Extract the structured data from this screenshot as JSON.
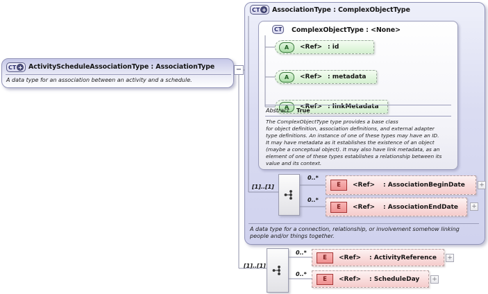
{
  "main_type": {
    "badge": "CT",
    "title": "ActivityScheduleAssociationType : AssociationType",
    "doc": "A data type for an association between an activity and a schedule.",
    "collapse_glyph": "−",
    "expand_glyph": "+"
  },
  "base_type": {
    "badge": "CT",
    "title": "AssociationType : ComplexObjectType",
    "doc_lines": [
      "A data type for a connection, relationship, or involvement somehow linking",
      "people and/or things together."
    ],
    "sequence": {
      "multiplicity": "[1]..[1]",
      "elements": [
        {
          "badge": "E",
          "occurs": "0..*",
          "ref": "<Ref>",
          "name": ": AssociationBeginDate",
          "expand": "+"
        },
        {
          "badge": "E",
          "occurs": "0..*",
          "ref": "<Ref>",
          "name": ": AssociationEndDate",
          "expand": "+"
        }
      ]
    }
  },
  "root_type": {
    "badge": "CT",
    "title": "ComplexObjectType : <None>",
    "attributes": [
      {
        "badge": "A",
        "ref": "<Ref>",
        "name": ": id"
      },
      {
        "badge": "A",
        "ref": "<Ref>",
        "name": ": metadata"
      },
      {
        "badge": "A",
        "ref": "<Ref>",
        "name": ": linkMetadata"
      }
    ],
    "facet": {
      "name": "Abstract",
      "value": "True"
    },
    "doc_lines": [
      "The ComplexObjectType type provides a base class",
      "for object definition, association definitions, and external adapter",
      "type definitions. An instance of one of these types may have an ID.",
      "It may have metadata as it establishes the existence of an object",
      "(maybe a conceptual object). It may also have link metadata, as an",
      "element of one of these types establishes a relationship between its",
      "value and its context."
    ]
  },
  "own_sequence": {
    "multiplicity": "[1]..[1]",
    "elements": [
      {
        "badge": "E",
        "occurs": "0..*",
        "ref": "<Ref>",
        "name": ": ActivityReference",
        "expand": "+"
      },
      {
        "badge": "E",
        "occurs": "0..*",
        "ref": "<Ref>",
        "name": ": ScheduleDay",
        "expand": "+"
      }
    ]
  },
  "colors": {
    "type_box_lavender": "#d6d8f0",
    "attribute_green": "#d5f0d2",
    "attribute_badge_green": "#3a7a3c",
    "element_pink": "#f6d0d0",
    "element_badge_red": "#a33434",
    "ct_badge_navy": "#2c2f6e",
    "wire_gray": "#8f91a8"
  }
}
